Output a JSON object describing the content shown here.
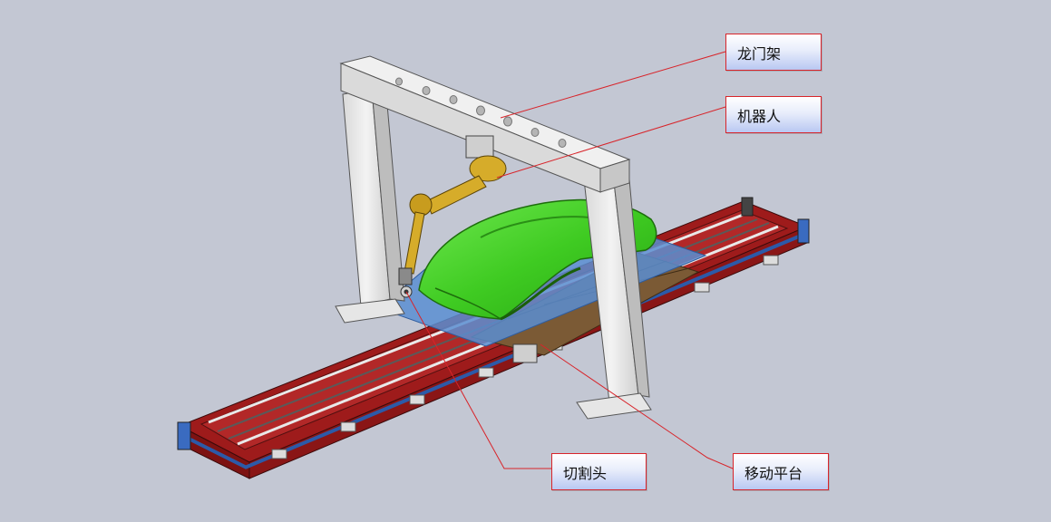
{
  "callouts": {
    "gantry": "龙门架",
    "robot": "机器人",
    "cutting_head": "切割头",
    "moving_platform": "移动平台"
  },
  "colors": {
    "background": "#c3c7d3",
    "rail_red": "#a31d1d",
    "gantry_white": "#e7e7e7",
    "robot_yellow": "#d6ac2a",
    "part_green": "#49d32c",
    "sheet_blue": "#5b8ed1",
    "plate_brown": "#7b5a35",
    "leader_line": "#d8242a"
  }
}
